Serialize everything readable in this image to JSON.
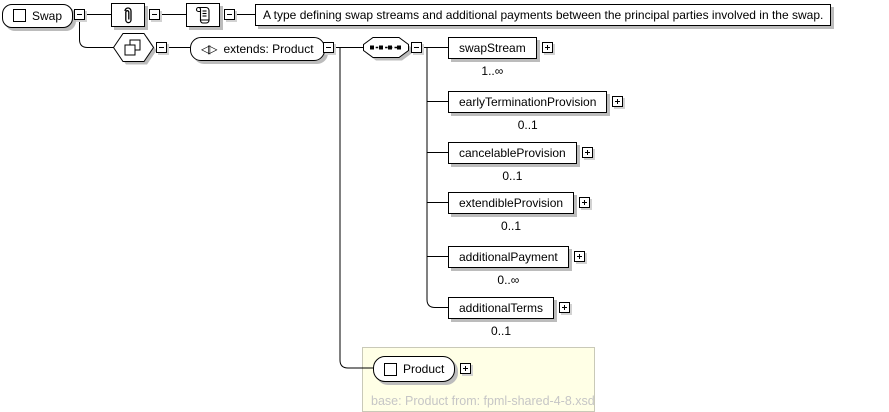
{
  "root": {
    "label": "Swap"
  },
  "annotation": {
    "text": "A type defining swap streams and additional payments between the principal parties involved in the swap."
  },
  "extension": {
    "label": "extends: Product"
  },
  "children": [
    {
      "name": "swapStream",
      "occurs": "1..∞"
    },
    {
      "name": "earlyTerminationProvision",
      "occurs": "0..1"
    },
    {
      "name": "cancelableProvision",
      "occurs": "0..1"
    },
    {
      "name": "extendibleProvision",
      "occurs": "0..1"
    },
    {
      "name": "additionalPayment",
      "occurs": "0..∞"
    },
    {
      "name": "additionalTerms",
      "occurs": "0..1"
    }
  ],
  "base": {
    "label": "Product",
    "note": "base: Product from: fpml-shared-4-8.xsd"
  },
  "icons": {
    "element_square": "white square",
    "paperclip": "attributes",
    "annotation_scroll": "documentation",
    "derivation_squares": "complex content",
    "sequence_dots": "sequence",
    "extension_glyph": "◁▷",
    "collapse": "−",
    "expand": "+"
  },
  "colors": {
    "panel_bg": "#ffffe6",
    "panel_border": "#c9c9b8",
    "note_text": "#c6c6c6",
    "shadow": "#bcbcbc",
    "line": "#000000"
  }
}
